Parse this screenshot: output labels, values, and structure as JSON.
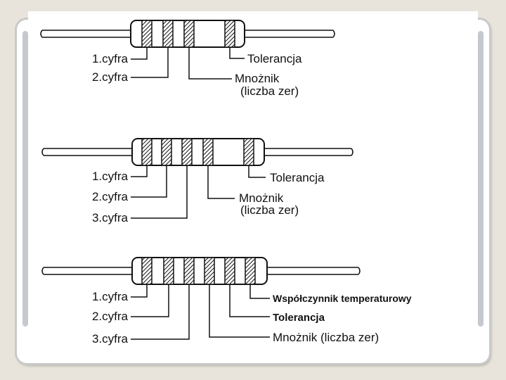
{
  "colors": {
    "background": "#e8e4dc",
    "frame": "#ffffff",
    "ink": "#111111"
  },
  "diagrams": [
    {
      "id": "four-band",
      "left_labels": [
        "1.cyfra",
        "2.cyfra"
      ],
      "right_labels": [
        "Tolerancja",
        "Mnożnik",
        "(liczba zer)"
      ]
    },
    {
      "id": "five-band",
      "left_labels": [
        "1.cyfra",
        "2.cyfra",
        "3.cyfra"
      ],
      "right_labels": [
        "Tolerancja",
        "Mnożnik",
        "(liczba zer)"
      ]
    },
    {
      "id": "six-band",
      "left_labels": [
        "1.cyfra",
        "2.cyfra",
        "3.cyfra"
      ],
      "right_labels": [
        "Współczynnik temperaturowy",
        "Tolerancja",
        "Mnożnik (liczba zer)"
      ]
    }
  ]
}
